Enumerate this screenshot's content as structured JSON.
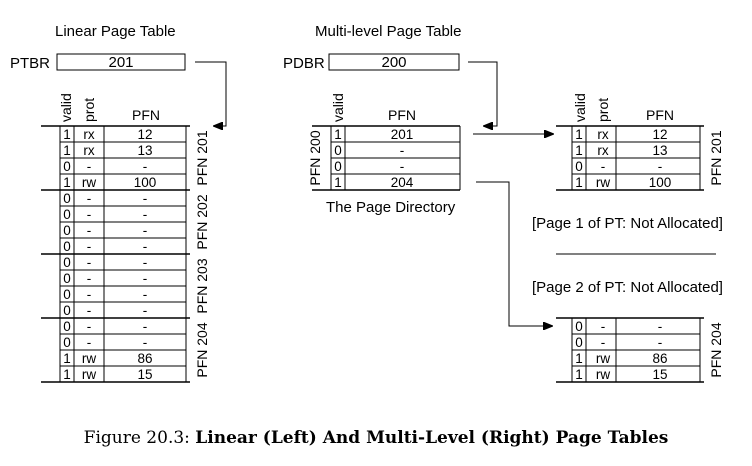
{
  "linear": {
    "title": "Linear Page Table",
    "ptbr_label": "PTBR",
    "ptbr_value": "201",
    "headers": {
      "valid": "valid",
      "prot": "prot",
      "pfn": "PFN"
    },
    "rows": [
      [
        "1",
        "rx",
        "12"
      ],
      [
        "1",
        "rx",
        "13"
      ],
      [
        "0",
        "-",
        "-"
      ],
      [
        "1",
        "rw",
        "100"
      ],
      [
        "0",
        "-",
        "-"
      ],
      [
        "0",
        "-",
        "-"
      ],
      [
        "0",
        "-",
        "-"
      ],
      [
        "0",
        "-",
        "-"
      ],
      [
        "0",
        "-",
        "-"
      ],
      [
        "0",
        "-",
        "-"
      ],
      [
        "0",
        "-",
        "-"
      ],
      [
        "0",
        "-",
        "-"
      ],
      [
        "0",
        "-",
        "-"
      ],
      [
        "0",
        "-",
        "-"
      ],
      [
        "1",
        "rw",
        "86"
      ],
      [
        "1",
        "rw",
        "15"
      ]
    ],
    "page_labels": [
      "PFN 201",
      "PFN 202",
      "PFN 203",
      "PFN 204"
    ]
  },
  "multilevel": {
    "title": "Multi-level Page Table",
    "pdbr_label": "PDBR",
    "pdbr_value": "200",
    "directory": {
      "headers": {
        "valid": "valid",
        "pfn": "PFN"
      },
      "rows": [
        [
          "1",
          "201"
        ],
        [
          "0",
          "-"
        ],
        [
          "0",
          "-"
        ],
        [
          "1",
          "204"
        ]
      ],
      "page_label": "PFN 200",
      "caption": "The Page Directory"
    },
    "page_201": {
      "headers": {
        "valid": "valid",
        "prot": "prot",
        "pfn": "PFN"
      },
      "rows": [
        [
          "1",
          "rx",
          "12"
        ],
        [
          "1",
          "rx",
          "13"
        ],
        [
          "0",
          "-",
          "-"
        ],
        [
          "1",
          "rw",
          "100"
        ]
      ],
      "page_label": "PFN 201"
    },
    "not_allocated_1": "[Page 1 of PT: Not Allocated]",
    "not_allocated_2": "[Page 2 of PT: Not Allocated]",
    "page_204": {
      "rows": [
        [
          "0",
          "-",
          "-"
        ],
        [
          "0",
          "-",
          "-"
        ],
        [
          "1",
          "rw",
          "86"
        ],
        [
          "1",
          "rw",
          "15"
        ]
      ],
      "page_label": "PFN 204"
    }
  },
  "caption": {
    "prefix": "Figure 20.3:",
    "title": "Linear (Left) And Multi-Level (Right) Page Tables"
  }
}
